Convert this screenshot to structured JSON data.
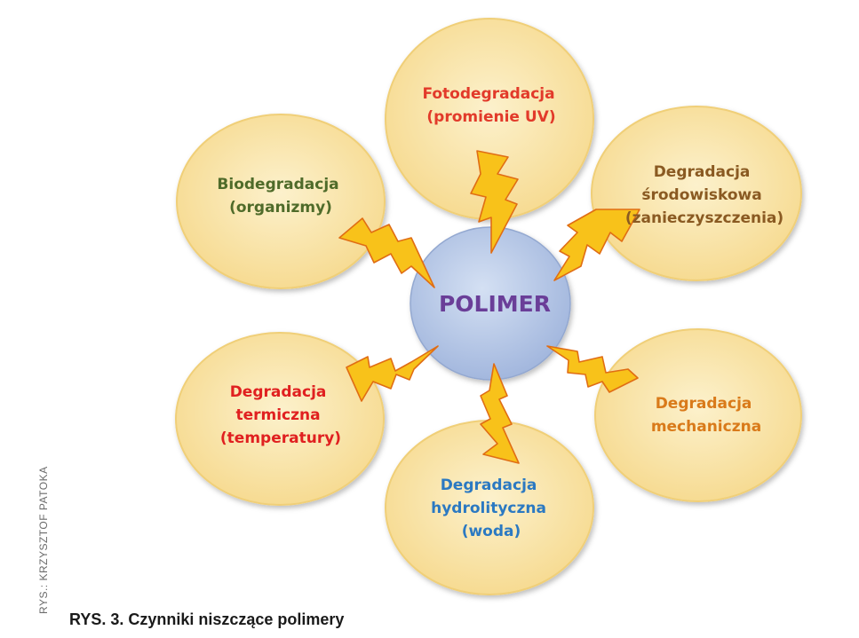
{
  "center": {
    "label": "POLIMER",
    "color": "#6a3e98"
  },
  "factors": [
    {
      "id": "foto",
      "lines": [
        "Fotodegradacja",
        "(promienie UV)"
      ],
      "color": "#e23a2a"
    },
    {
      "id": "bio",
      "lines": [
        "Biodegradacja",
        "(organizmy)"
      ],
      "color": "#4f6b2a"
    },
    {
      "id": "env",
      "lines": [
        "Degradacja",
        "środowiskowa",
        "(zanieczyszczenia)"
      ],
      "color": "#8a5a22"
    },
    {
      "id": "thermal",
      "lines": [
        "Degradacja",
        "termiczna",
        "(temperatury)"
      ],
      "color": "#e02020"
    },
    {
      "id": "mech",
      "lines": [
        "Degradacja",
        "mechaniczna"
      ],
      "color": "#d97a1a"
    },
    {
      "id": "hydro",
      "lines": [
        "Degradacja",
        "hydrolityczna",
        "(woda)"
      ],
      "color": "#2b79c2"
    }
  ],
  "colors": {
    "bubble_fill": "#f9e4a6",
    "bubble_edge": "#f2d27a",
    "bolt_fill": "#f8c21a",
    "bolt_edge": "#e06d14",
    "center_fill": "#b7c8e6"
  },
  "credit": "RYS.: KRZYSZTOF PATOKA",
  "caption": "RYS. 3. Czynniki niszczące polimery"
}
